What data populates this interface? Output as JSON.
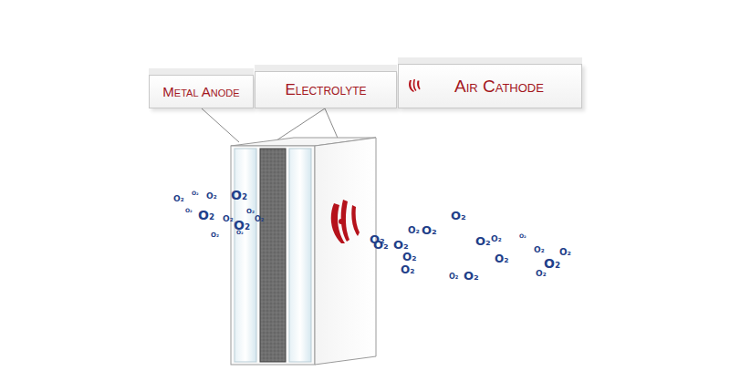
{
  "diagram": {
    "nodes": [
      {
        "text": [
          "Metal Anode"
        ]
      },
      {
        "text": [
          "Electrolyte"
        ]
      },
      {
        "text": [
          "Air Cathode"
        ]
      }
    ],
    "labels": [
      "O₂",
      "O₂",
      "O₂",
      "O₂",
      "O₂",
      "O₂",
      "O₂",
      "O₂",
      "O₂",
      "O₂",
      "O₂",
      "O₂",
      "O₂",
      "O₂",
      "O₂",
      "O₂",
      "O₂",
      "O₂",
      "O₂",
      "O₂",
      "O₂",
      "O₂",
      "O₂",
      "O₂",
      "O₂",
      "O₂",
      "O₂",
      "O₂",
      "O₂",
      "O₂"
    ]
  }
}
